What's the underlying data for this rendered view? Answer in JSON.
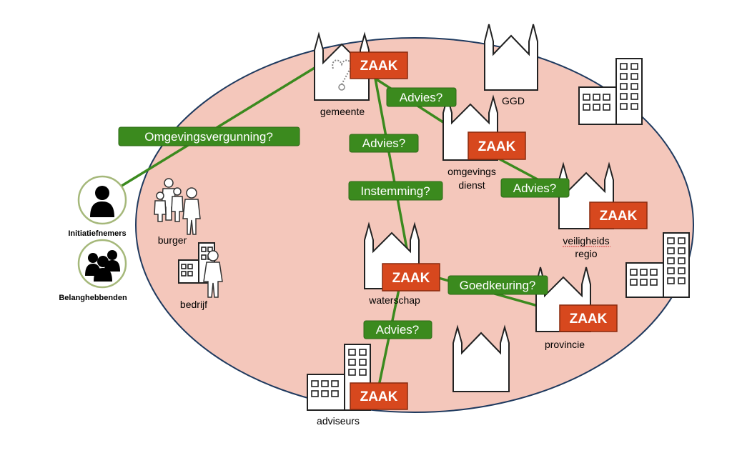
{
  "colors": {
    "region": "#f4c7bb",
    "region_border": "#1f3a5f",
    "connector": "#3b8a1e",
    "question_box": "#3b8a1e",
    "zaak_box": "#d7481e"
  },
  "nodes": {
    "gemeente": "gemeente",
    "ggd": "GGD",
    "omgevingsdienst_line1": "omgevings",
    "omgevingsdienst_line2": "dienst",
    "veiligheidsregio_line1": "veiligheids",
    "veiligheidsregio_line2": "regio",
    "waterschap": "waterschap",
    "provincie": "provincie",
    "adviseurs": "adviseurs",
    "burger": "burger",
    "bedrijf": "bedrijf"
  },
  "people": {
    "initiatiefnemers": "Initiatiefnemers",
    "belanghebbenden": "Belanghebbenden"
  },
  "zaak_label": "ZAAK",
  "questions": {
    "omgevingsvergunning": "Omgevingsvergunning?",
    "advies_gemeente_omgevingsdienst": "Advies?",
    "advies_gemeente_waterschap": "Advies?",
    "instemming": "Instemming?",
    "advies_omgevingsdienst_veiligheidsregio": "Advies?",
    "goedkeuring": "Goedkeuring?",
    "advies_waterschap_adviseurs": "Advies?"
  },
  "icons": {
    "church": "church-building-icon",
    "office": "office-building-icon",
    "person": "person-icon",
    "group": "group-icon"
  }
}
